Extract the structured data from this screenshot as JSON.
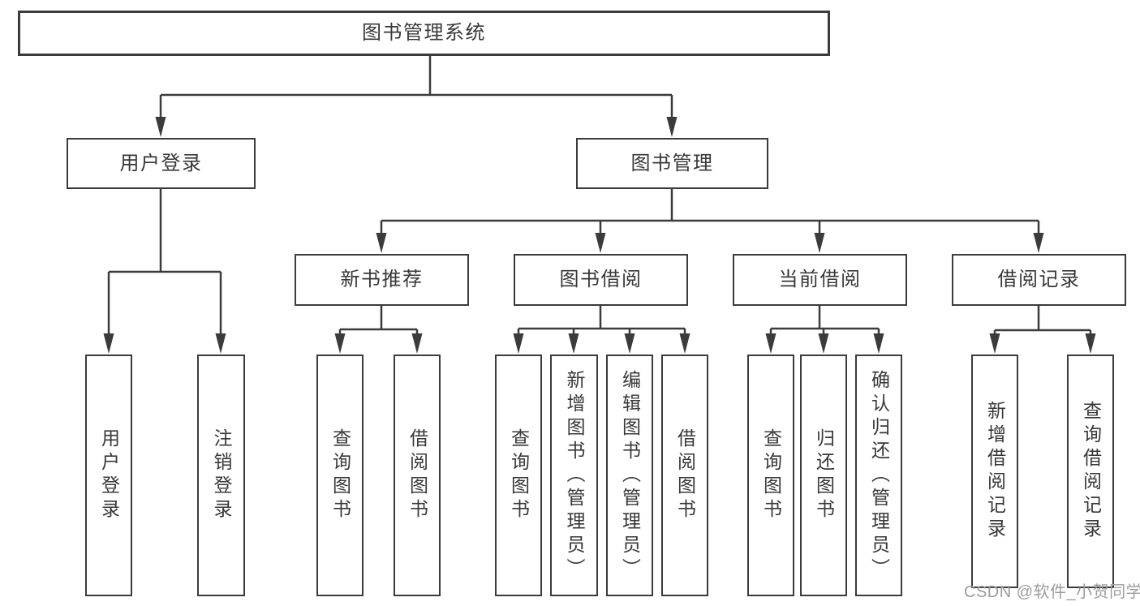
{
  "tree": {
    "root": {
      "label": "图书管理系统"
    },
    "branches": [
      {
        "label": "用户登录",
        "children": [
          {
            "label": "用户登录"
          },
          {
            "label": "注销登录"
          }
        ]
      },
      {
        "label": "图书管理",
        "groups": [
          {
            "label": "新书推荐",
            "children": [
              {
                "label": "查询图书"
              },
              {
                "label": "借阅图书"
              }
            ]
          },
          {
            "label": "图书借阅",
            "children": [
              {
                "label": "查询图书"
              },
              {
                "label": "新增图书（管理员）"
              },
              {
                "label": "编辑图书（管理员）"
              },
              {
                "label": "借阅图书"
              }
            ]
          },
          {
            "label": "当前借阅",
            "children": [
              {
                "label": "查询图书"
              },
              {
                "label": "归还图书"
              },
              {
                "label": "确认归还（管理员）"
              }
            ]
          },
          {
            "label": "借阅记录",
            "children": [
              {
                "label": "新增借阅记录"
              },
              {
                "label": "查询借阅记录"
              }
            ]
          }
        ]
      }
    ]
  },
  "watermark": {
    "text": "CSDN @软件_小贺同学"
  },
  "colors": {
    "line": "#3b3b3b",
    "border": "#3b3b3b",
    "text": "#383838",
    "watermark_text": "#9c9c9c",
    "background": "#ffffff"
  }
}
